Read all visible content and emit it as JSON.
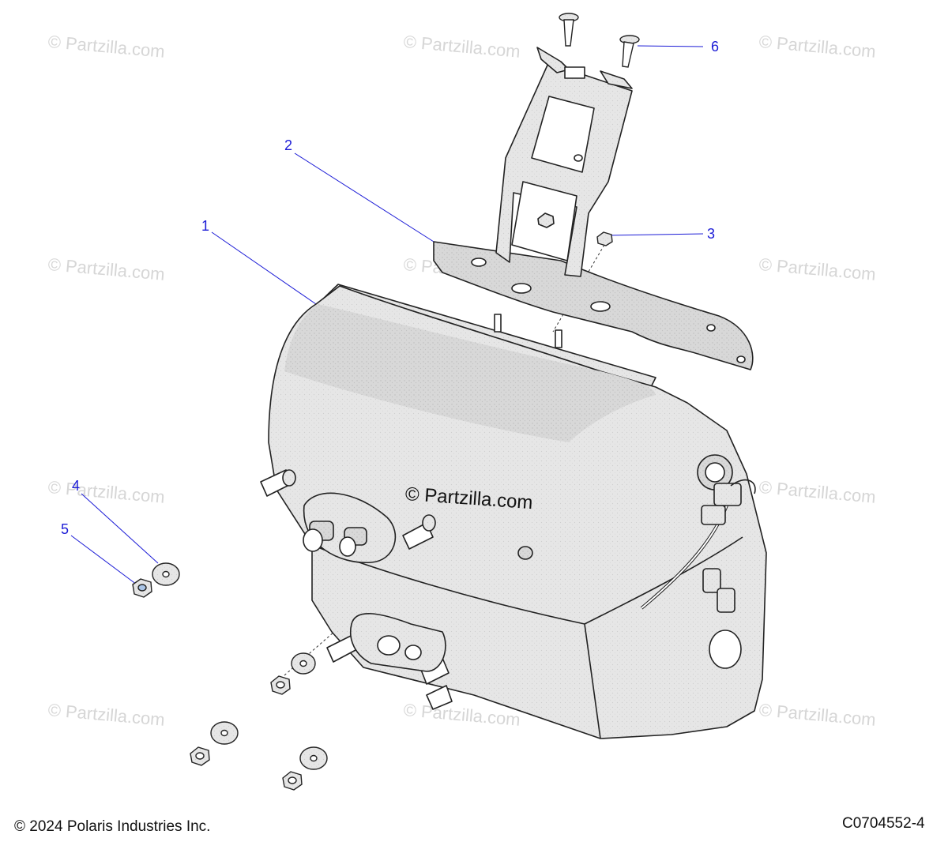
{
  "watermark": "© Partzilla.com",
  "center_watermark": "© Partzilla.com",
  "callouts": [
    "1",
    "2",
    "3",
    "4",
    "5",
    "6"
  ],
  "footer": {
    "copyright": "© 2024 Polaris Industries Inc.",
    "figure_id": "C0704552-4"
  },
  "colors": {
    "callout": "#1b1bd6",
    "part_fill": "#e4e4e4",
    "part_stroke": "#222222",
    "watermark": "#d6d6d6"
  }
}
